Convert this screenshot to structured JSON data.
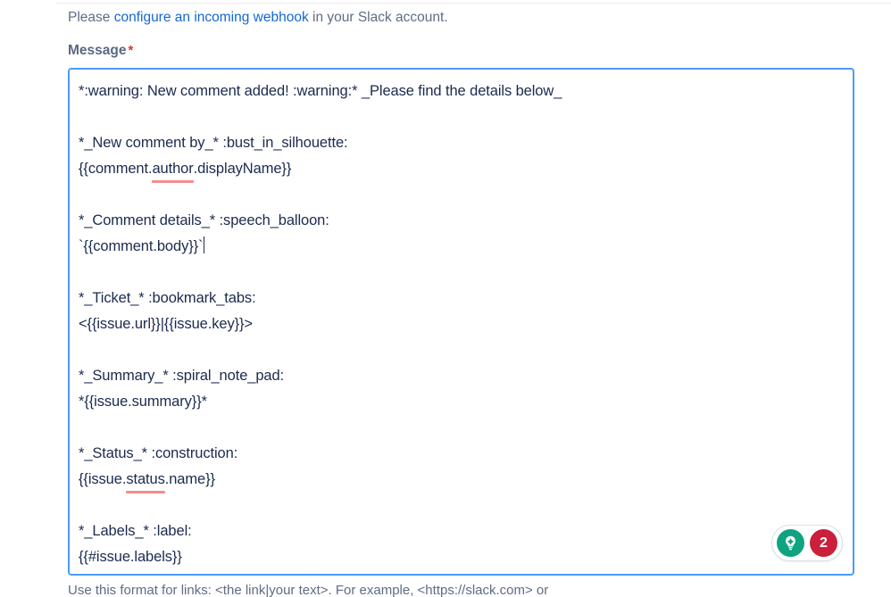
{
  "intro": {
    "prefix": "Please ",
    "link_text": "configure an incoming webhook",
    "suffix": " in your Slack account."
  },
  "field": {
    "label": "Message",
    "required_marker": "*"
  },
  "message_template": {
    "lines": [
      "*:warning: New comment added! :warning:* _Please find the details below_",
      "",
      "*_New comment by_* :bust_in_silhouette:",
      "{{comment.author.displayName}}",
      "",
      "*_Comment details_* :speech_balloon:",
      "`{{comment.body}}`",
      "",
      "*_Ticket_* :bookmark_tabs:",
      "<{{issue.url}}|{{issue.key}}>",
      "",
      "*_Summary_* :spiral_note_pad:",
      "*{{issue.summary}}*",
      "",
      "*_Status_* :construction:",
      "{{issue.status.name}}",
      "",
      "*_Labels_* :label:",
      "{{#issue.labels}}"
    ],
    "caret_after_line_index": 6,
    "spellcheck_words": [
      "author",
      "status"
    ]
  },
  "assistant_widget": {
    "icon_name": "lightbulb-icon",
    "issue_count": "2",
    "icon_color": "#10a37f",
    "badge_color": "#cc1f3c"
  },
  "helper": {
    "text": "Use this format for links: <the link|your text>. For example, <https://slack.com> or"
  },
  "colors": {
    "link": "#1268d3",
    "label": "#5a6881",
    "required": "#de3618",
    "focus_border": "#4c9aff",
    "text": "#1b2a4e",
    "muted": "#5e6c84",
    "spellcheck_underline": "#f58c8c"
  }
}
